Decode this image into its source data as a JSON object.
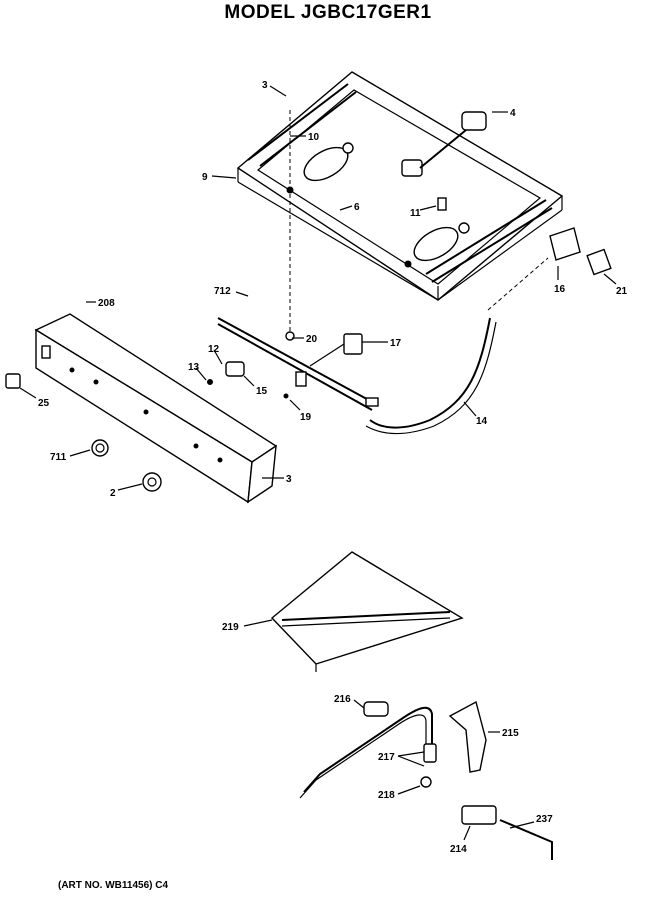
{
  "title": "MODEL JGBC17GER1",
  "art_number": "(ART NO. WB11456) C4",
  "labels": {
    "l3a": "3",
    "l4": "4",
    "l10": "10",
    "l9": "9",
    "l6": "6",
    "l11": "11",
    "l16": "16",
    "l21": "21",
    "l208": "208",
    "l712": "712",
    "l20": "20",
    "l17": "17",
    "l12": "12",
    "l13": "13",
    "l15": "15",
    "l19": "19",
    "l14": "14",
    "l25": "25",
    "l711": "711",
    "l2": "2",
    "l3b": "3",
    "l219": "219",
    "l218": "218",
    "l215": "215",
    "l217": "217",
    "l216": "216",
    "l237": "237",
    "l214": "214"
  }
}
